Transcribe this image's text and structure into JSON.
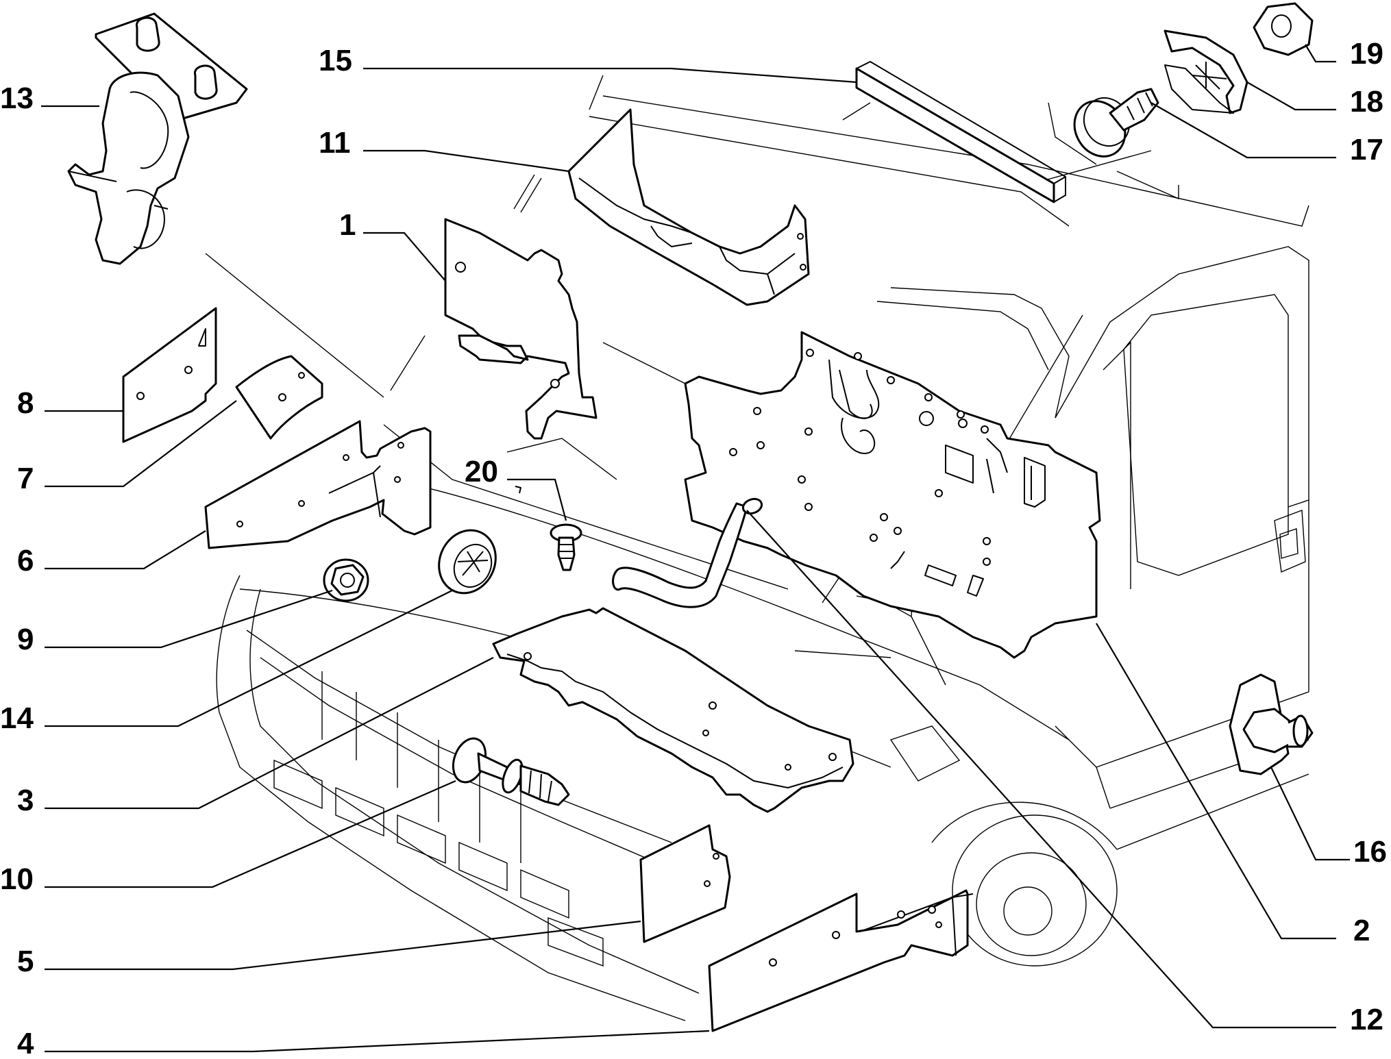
{
  "callouts": {
    "c1": "1",
    "c2": "2",
    "c3": "3",
    "c4": "4",
    "c5": "5",
    "c6": "6",
    "c7": "7",
    "c8": "8",
    "c9": "9",
    "c10": "10",
    "c11": "11",
    "c12": "12",
    "c13": "13",
    "c14": "14",
    "c15": "15",
    "c16": "16",
    "c17": "17",
    "c18": "18",
    "c19": "19",
    "c20": "20"
  }
}
